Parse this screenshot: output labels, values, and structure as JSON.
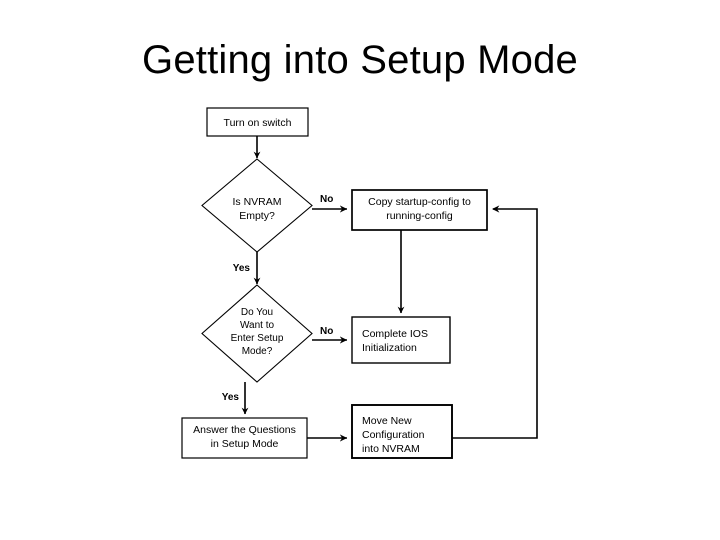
{
  "slide": {
    "title": "Getting into Setup Mode",
    "background_color": "#ffffff",
    "text_color": "#000000"
  },
  "chart_data": {
    "type": "diagram",
    "diagram_kind": "flowchart",
    "title": "Getting into Setup Mode",
    "nodes": [
      {
        "id": "n1",
        "shape": "process",
        "lines": [
          "Turn on switch"
        ],
        "align": "center"
      },
      {
        "id": "d1",
        "shape": "decision",
        "lines": [
          "Is NVRAM",
          "Empty?"
        ],
        "align": "center"
      },
      {
        "id": "n2",
        "shape": "process",
        "lines": [
          "Copy startup-config to",
          "running-config"
        ],
        "align": "center"
      },
      {
        "id": "d2",
        "shape": "decision",
        "lines": [
          "Do You",
          "Want to",
          "Enter Setup",
          "Mode?"
        ],
        "align": "center"
      },
      {
        "id": "n3",
        "shape": "process",
        "lines": [
          "Complete IOS",
          "Initialization"
        ],
        "align": "left"
      },
      {
        "id": "n4",
        "shape": "process",
        "lines": [
          "Answer the Questions",
          "in Setup Mode"
        ],
        "align": "center"
      },
      {
        "id": "n5",
        "shape": "process",
        "lines": [
          "Move New",
          "Configuration",
          "into NVRAM"
        ],
        "align": "left"
      }
    ],
    "edges": [
      {
        "from": "n1",
        "to": "d1",
        "label": "",
        "direction": "down"
      },
      {
        "from": "d1",
        "to": "n2",
        "label": "No",
        "direction": "right"
      },
      {
        "from": "d1",
        "to": "d2",
        "label": "Yes",
        "direction": "down"
      },
      {
        "from": "n2",
        "to": "n3",
        "label": "",
        "direction": "down"
      },
      {
        "from": "d2",
        "to": "n3",
        "label": "No",
        "direction": "right"
      },
      {
        "from": "d2",
        "to": "n4",
        "label": "Yes",
        "direction": "down"
      },
      {
        "from": "n4",
        "to": "n5",
        "label": "",
        "direction": "right"
      },
      {
        "from": "n5",
        "to": "n2",
        "label": "",
        "direction": "loop-right-up"
      }
    ],
    "labels": {
      "yes": "Yes",
      "no": "No"
    }
  },
  "nodes": {
    "turn_on_switch": {
      "line1": "Turn on switch"
    },
    "is_nvram_empty": {
      "line1": "Is NVRAM",
      "line2": "Empty?"
    },
    "copy_startup_config": {
      "line1": "Copy startup-config to",
      "line2": "running-config"
    },
    "enter_setup_mode": {
      "line1": "Do You",
      "line2": "Want to",
      "line3": "Enter Setup",
      "line4": "Mode?"
    },
    "complete_ios_init": {
      "line1": "Complete IOS",
      "line2": "Initialization"
    },
    "answer_questions": {
      "line1": "Answer the Questions",
      "line2": "in Setup Mode"
    },
    "move_new_config": {
      "line1": "Move New",
      "line2": "Configuration",
      "line3": "into NVRAM"
    }
  },
  "edge_labels": {
    "nvram_no": "No",
    "nvram_yes": "Yes",
    "setup_no": "No",
    "setup_yes": "Yes"
  }
}
